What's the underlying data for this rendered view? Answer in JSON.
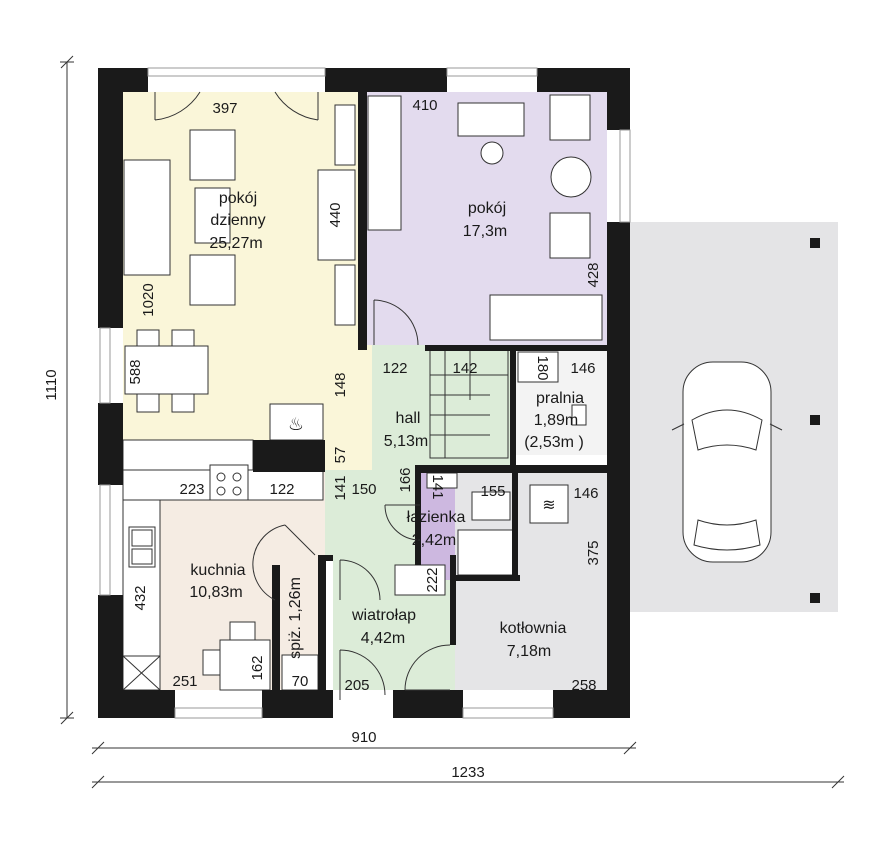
{
  "rooms": {
    "living": {
      "name1": "pokój",
      "name2": "dzienny",
      "area": "25,27m",
      "width": "397",
      "depth": "1020",
      "wall": "440",
      "dining": "588",
      "fireplace_w": "148",
      "fireplace_d": "57"
    },
    "room": {
      "name": "pokój",
      "area": "17,3m",
      "width": "410",
      "depth": "428"
    },
    "hall": {
      "name": "hall",
      "area": "5,13m",
      "d1": "122",
      "d2": "142",
      "d3": "166",
      "d4": "141",
      "d5": "150"
    },
    "laundry": {
      "name": "pralnia",
      "area": "1,89m",
      "area2": "(2,53m )",
      "d1": "180",
      "d2": "146"
    },
    "bathroom": {
      "name": "łazienka",
      "area": "2,42m",
      "d1": "141",
      "d2": "155"
    },
    "boiler": {
      "name": "kotłownia",
      "area": "7,18m",
      "d1": "146",
      "d2": "375",
      "d3": "258"
    },
    "kitchen": {
      "name": "kuchnia",
      "area": "10,83m",
      "d1": "223",
      "d2": "122",
      "d3": "432",
      "d4": "251",
      "d5": "162"
    },
    "pantry": {
      "name": "spiż. 1,26m",
      "d1": "70"
    },
    "vestibule": {
      "name": "wiatrołap",
      "area": "4,42m",
      "d1": "222",
      "d2": "205"
    }
  },
  "dimensions": {
    "height": "1110",
    "width_house": "910",
    "width_total": "1233"
  },
  "colors": {
    "living": "#faf6d9",
    "room": "#e3dbee",
    "hall": "#dcecd8",
    "kitchen": "#f5ece3",
    "bath": "#cdb8e0",
    "boiler": "#e5e5e7",
    "carport": "#e4e4e6",
    "wall": "#1a1a1a"
  }
}
